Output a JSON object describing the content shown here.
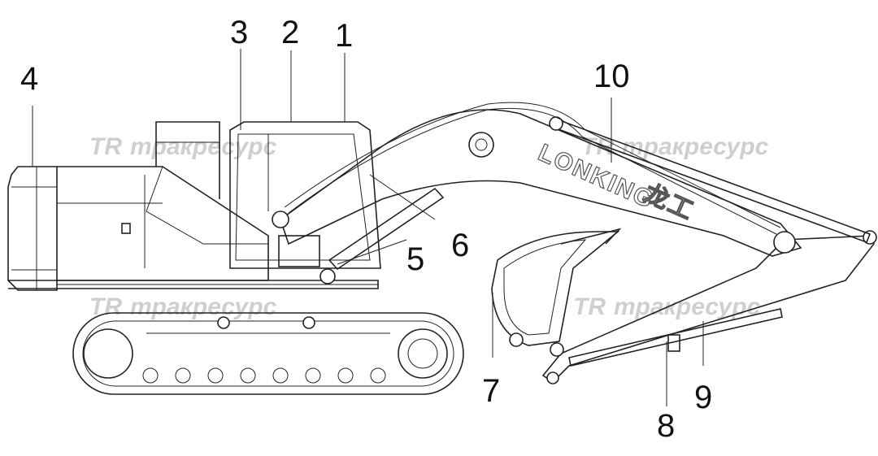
{
  "watermark": {
    "logo": "TR",
    "text": "тракресурс"
  },
  "brand": {
    "text": "LONKING",
    "chars": "龙工"
  },
  "callouts": [
    {
      "id": "1",
      "label": "1"
    },
    {
      "id": "2",
      "label": "2"
    },
    {
      "id": "3",
      "label": "3"
    },
    {
      "id": "4",
      "label": "4"
    },
    {
      "id": "5",
      "label": "5"
    },
    {
      "id": "6",
      "label": "6"
    },
    {
      "id": "7",
      "label": "7"
    },
    {
      "id": "8",
      "label": "8"
    },
    {
      "id": "9",
      "label": "9"
    },
    {
      "id": "10",
      "label": "10"
    }
  ],
  "colors": {
    "line": "#222222",
    "watermark": "#cfcfcf"
  }
}
